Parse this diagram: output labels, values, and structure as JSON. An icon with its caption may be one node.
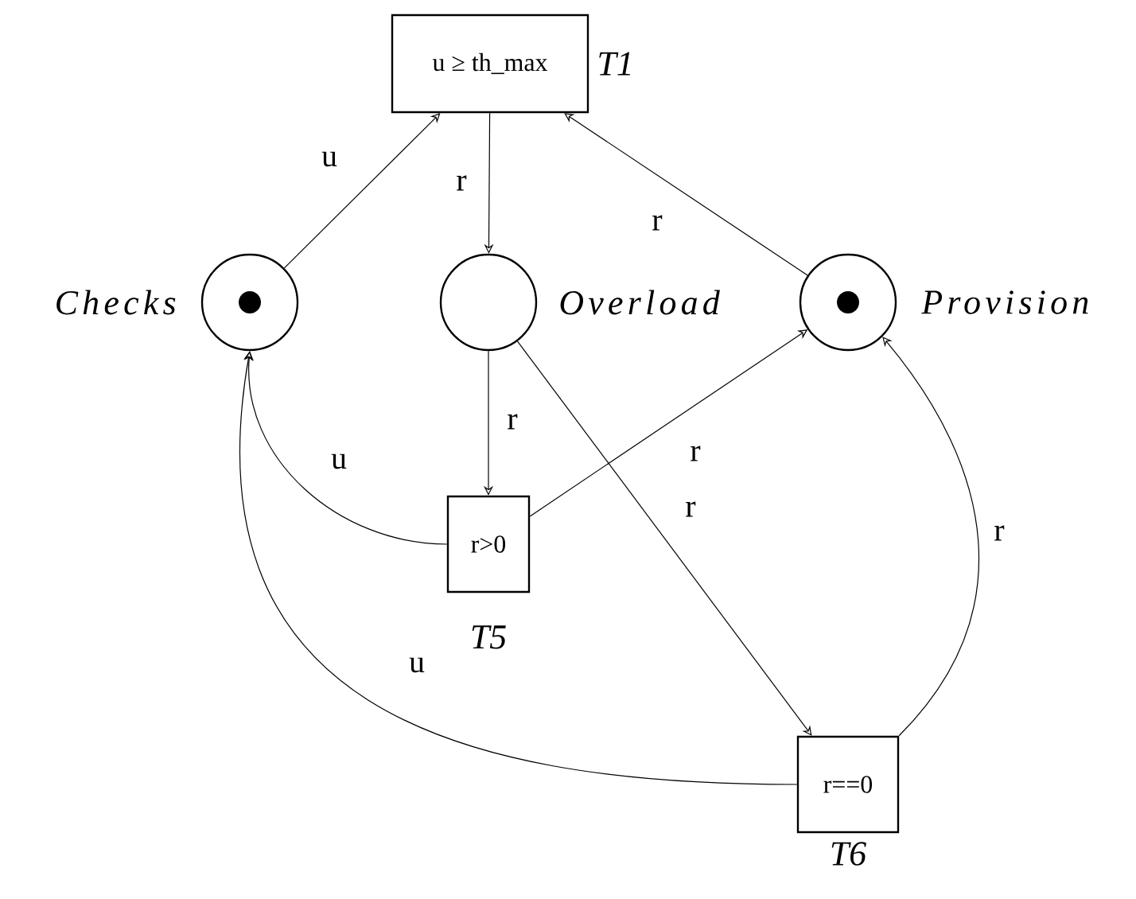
{
  "diagram": {
    "nodes": [
      {
        "text": [
          "u ≥ th_max"
        ],
        "beside": [
          "T1"
        ]
      },
      {
        "text": [],
        "shape": "circle",
        "beside": [
          "Checks"
        ]
      },
      {
        "text": [],
        "shape": "circle",
        "beside": [
          "Overload"
        ]
      },
      {
        "text": [],
        "shape": "circle",
        "beside": [
          "Provision"
        ]
      },
      {
        "text": [
          "r>0"
        ],
        "beside": [
          "T5"
        ]
      },
      {
        "text": [
          "r==0"
        ],
        "beside": [
          "T6"
        ]
      }
    ],
    "edges": [
      {
        "from": 1,
        "to": 0,
        "arrow": "to",
        "label": "u"
      },
      {
        "from": 0,
        "to": 2,
        "arrow": "to",
        "label": "r"
      },
      {
        "from": 3,
        "to": 0,
        "arrow": "to",
        "label": "r"
      },
      {
        "from": 2,
        "to": 4,
        "arrow": "to",
        "label": "r"
      },
      {
        "from": 4,
        "to": 3,
        "arrow": "to",
        "label": "r"
      },
      {
        "from": 4,
        "to": 1,
        "arrow": "to",
        "label": "u"
      },
      {
        "from": 2,
        "to": 5,
        "arrow": "to",
        "label": "r"
      },
      {
        "from": 5,
        "to": 3,
        "arrow": "to",
        "label": "r"
      },
      {
        "from": 5,
        "to": 1,
        "arrow": "to",
        "label": "u"
      }
    ]
  }
}
